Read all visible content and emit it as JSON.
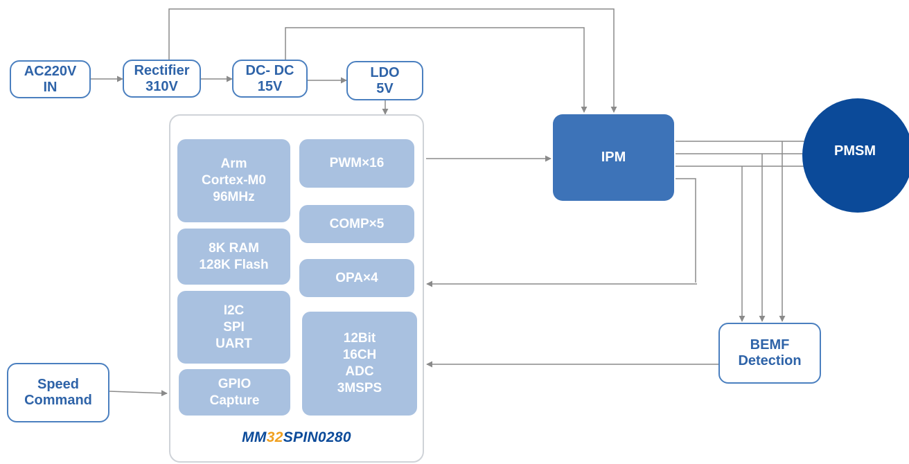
{
  "blocks": {
    "ac_in": [
      "AC220V",
      "IN"
    ],
    "rectifier": [
      "Rectifier",
      "310V"
    ],
    "dcdc": [
      "DC- DC",
      "15V"
    ],
    "ldo": [
      "LDO",
      "5V"
    ],
    "cpu": [
      "Arm",
      "Cortex-M0",
      "96MHz"
    ],
    "memory": [
      "8K RAM",
      "128K Flash"
    ],
    "interfaces": [
      "I2C",
      "SPI",
      "UART"
    ],
    "gpio": [
      "GPIO",
      "Capture"
    ],
    "pwm": [
      "PWM×16"
    ],
    "comp": [
      "COMP×5"
    ],
    "opa": [
      "OPA×4"
    ],
    "adc": [
      "12Bit",
      "16CH",
      "ADC",
      "3MSPS"
    ],
    "ipm": [
      "IPM"
    ],
    "pmsm": [
      "PMSM"
    ],
    "bemf": [
      "BEMF",
      "Detection"
    ],
    "speed": [
      "Speed",
      "Command"
    ]
  },
  "chip_name": {
    "part1": "MM",
    "part2": "32",
    "part3": "SPIN0280"
  },
  "colors": {
    "outline_blue": "#4a7fbf",
    "inner_block": "#a9c1e0",
    "ipm_fill": "#3d73b8",
    "pmsm_fill": "#0b4a99",
    "logo_orange": "#f0a020",
    "wire_gray": "#8a8a8a"
  }
}
